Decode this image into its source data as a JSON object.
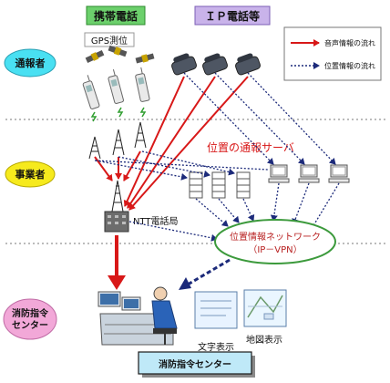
{
  "header": {
    "mobile_label": "携帯電話",
    "ip_label": "ＩＰ電話等",
    "gps_label": "GPS測位"
  },
  "legend": {
    "voice": "音声情報の流れ",
    "location": "位置情報の流れ"
  },
  "rows": {
    "caller": "通報者",
    "operator": "事業者",
    "center": "消防指令\nセンター"
  },
  "labels": {
    "server": "位置の通報サーバ",
    "ntt": "NTT電話局",
    "network_line1": "位置情報ネットワーク",
    "network_line2": "（IP－VPN）",
    "text_display": "文字表示",
    "map_display": "地図表示",
    "center_box": "消防指令センター"
  },
  "colors": {
    "voice_red": "#d81818",
    "location_navy": "#1c2a7a",
    "mobile_label_bg": "#6cd06c",
    "ip_label_bg": "#c9b3ea",
    "caller_bubble": "#49e0f2",
    "operator_bubble": "#f6ea1d",
    "center_bubble": "#f2a8d8",
    "network_ellipse": "#3c9a3c",
    "center_box_bg": "#bfe9f8"
  }
}
